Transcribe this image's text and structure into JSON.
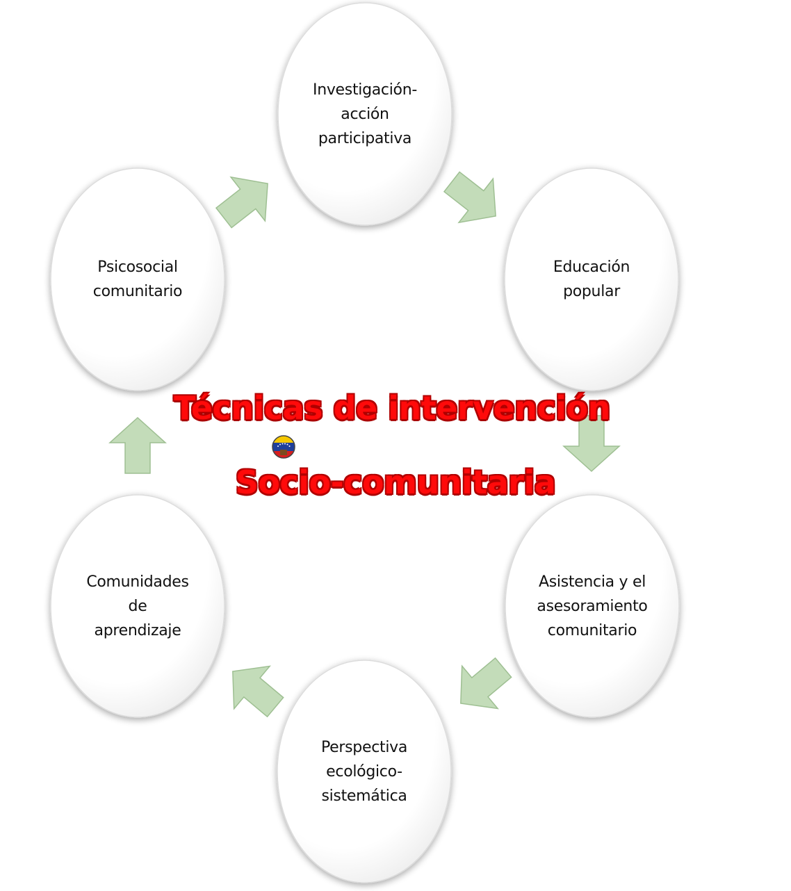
{
  "title": {
    "line1": "Técnicas de intervención",
    "line2": "Socio-comunitaria"
  },
  "nodes": [
    {
      "id": "investigacion",
      "label": "Investigación-\nacción\nparticipativa"
    },
    {
      "id": "educacion",
      "label": "Educación\npopular"
    },
    {
      "id": "asistencia",
      "label": "Asistencia y el\nasesoramiento\ncomunitario"
    },
    {
      "id": "perspectiva",
      "label": "Perspectiva\necológico-\nsistemática"
    },
    {
      "id": "comunidades",
      "label": "Comunidades\nde\naprendizaje"
    },
    {
      "id": "psicosocial",
      "label": "Psicosocial\ncomunitario"
    }
  ],
  "emblem": {
    "icon": "venezuela-flag-emblem-icon"
  },
  "colors": {
    "arrow_fill": "#c3dcb9",
    "arrow_stroke": "#9ebf92",
    "title_red": "#ff0a0a",
    "circle_edge": "#dcdcdc"
  }
}
